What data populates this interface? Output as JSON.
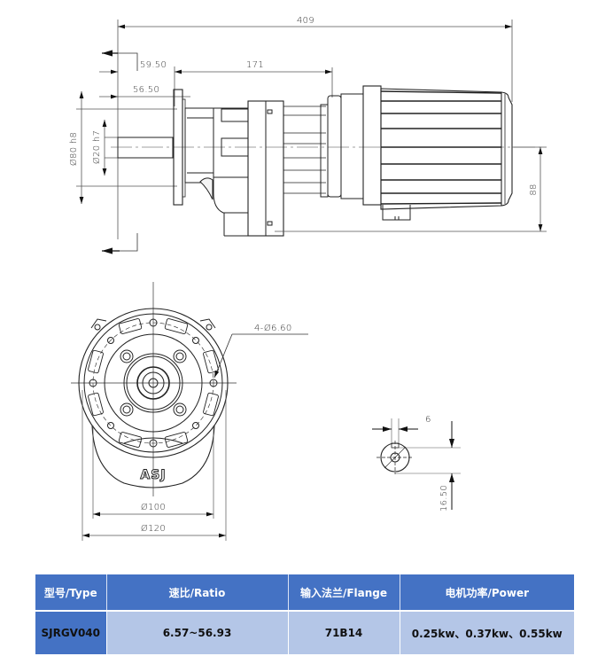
{
  "drawing": {
    "side_view": {
      "dimensions": {
        "overall_length": "409",
        "flange_offset": "59.50",
        "shaft_length": "56.50",
        "body_length": "171",
        "flange_pilot_diameter": "Ø80 h8",
        "shaft_diameter": "Ø20 h7",
        "center_height": "88"
      }
    },
    "front_view": {
      "dimensions": {
        "bolt_holes": "4-Ø6.60",
        "pilot_diameter": "Ø100",
        "outer_diameter": "Ø120"
      },
      "logo": "ASJ"
    },
    "shaft_detail": {
      "dimensions": {
        "key_width": "6",
        "key_height": "16.50"
      }
    }
  },
  "spec_table": {
    "headers": [
      "型号/Type",
      "速比/Ratio",
      "输入法兰/Flange",
      "电机功率/Power"
    ],
    "rows": [
      [
        "SJRGV040",
        "6.57~56.93",
        "71B14",
        "0.25kw、0.37kw、0.55kw"
      ]
    ],
    "colors": {
      "header_bg": "#4472c4",
      "type_cell_bg": "#4472c4",
      "body_bg": "#b4c6e7"
    }
  }
}
